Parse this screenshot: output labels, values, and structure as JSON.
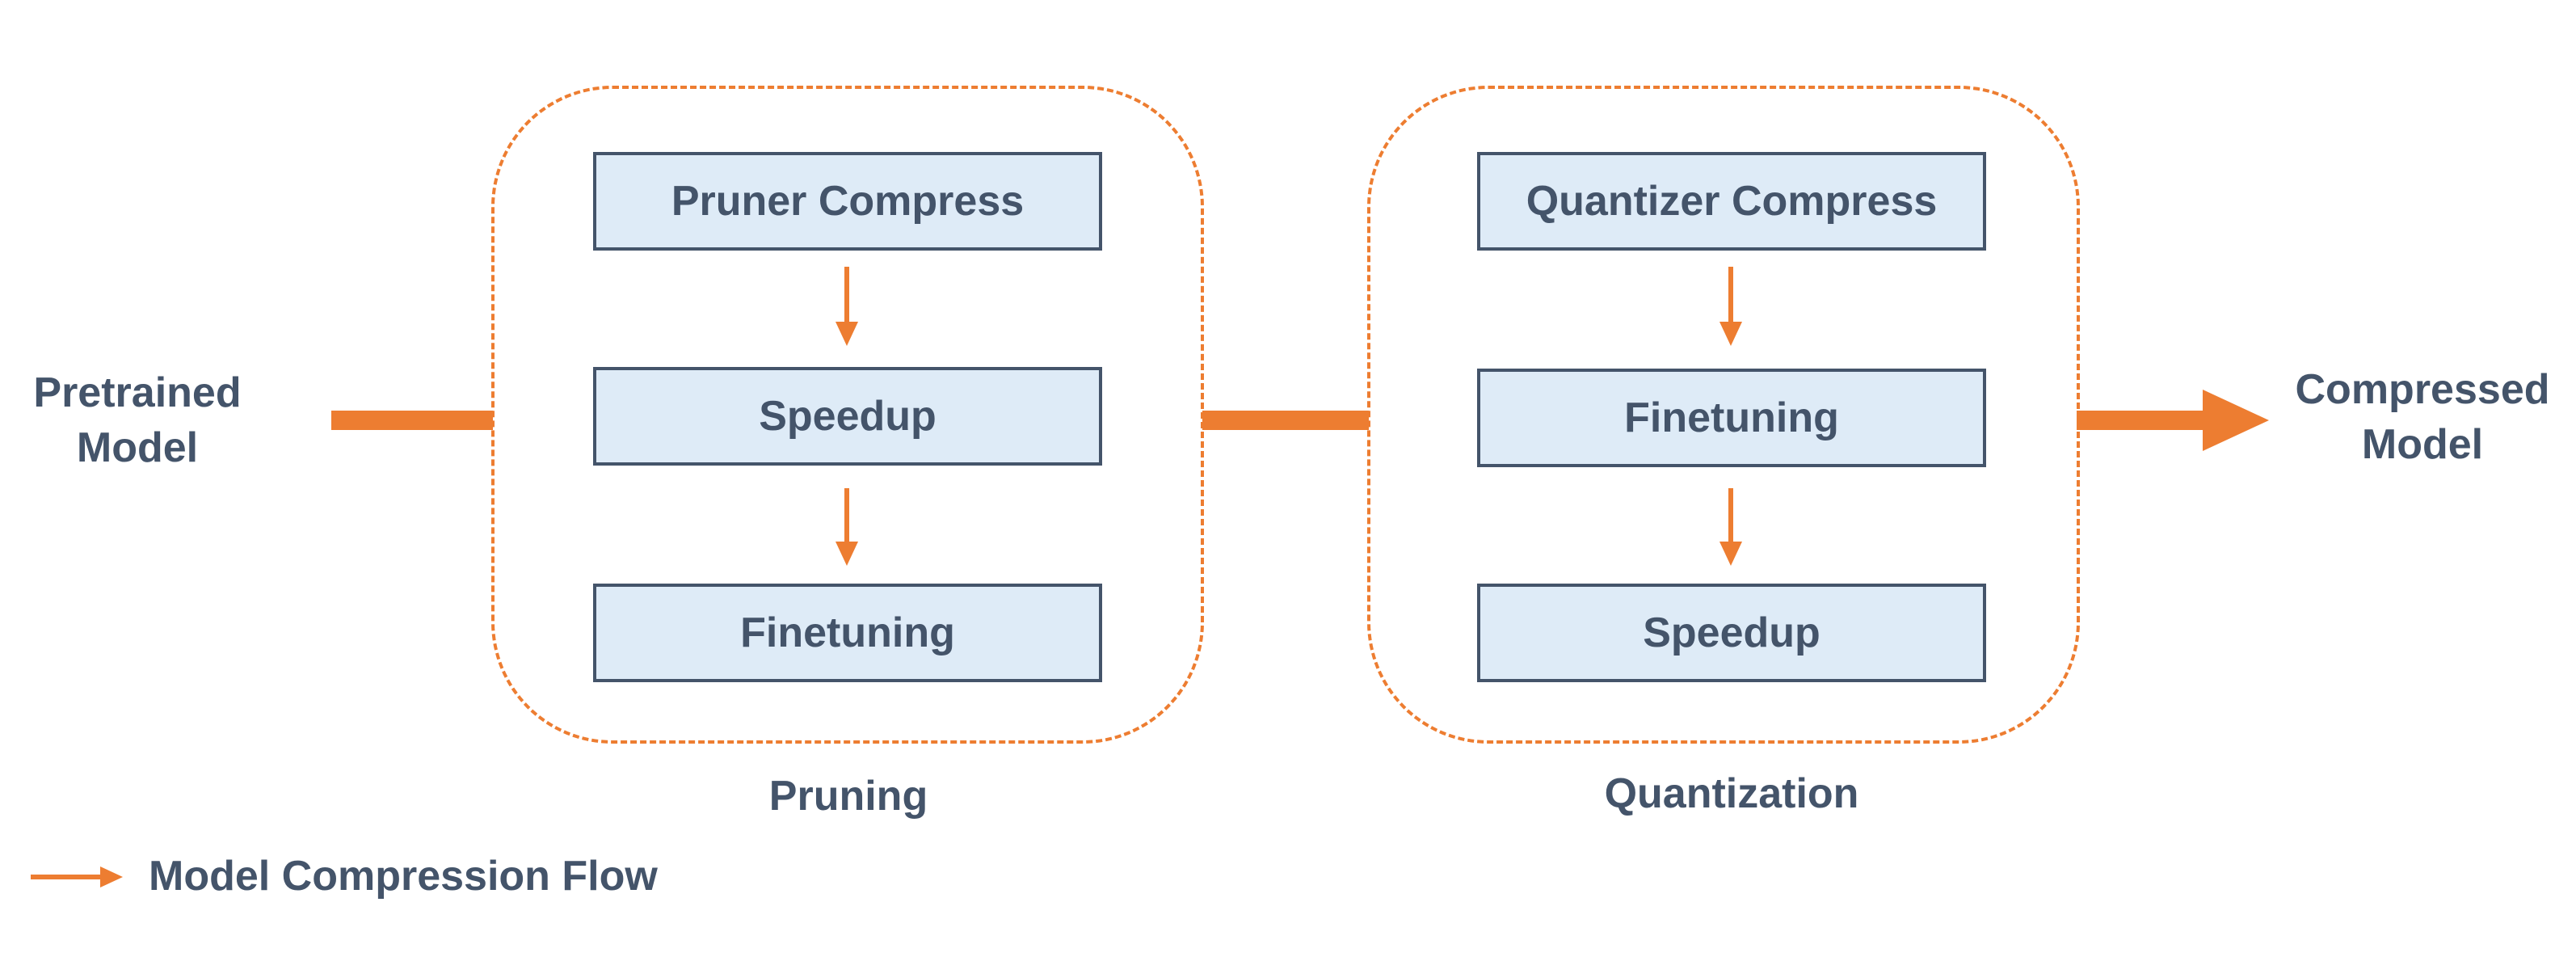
{
  "colors": {
    "flow": "#ed7d31",
    "box_fill": "#deebf7",
    "box_border": "#44546a",
    "text": "#44546a"
  },
  "input": {
    "line1": "Pretrained",
    "line2": "Model"
  },
  "output": {
    "line1": "Compressed",
    "line2": "Model"
  },
  "pruning": {
    "label": "Pruning",
    "steps": [
      "Pruner Compress",
      "Speedup",
      "Finetuning"
    ]
  },
  "quantization": {
    "label": "Quantization",
    "steps": [
      "Quantizer Compress",
      "Finetuning",
      "Speedup"
    ]
  },
  "legend": {
    "label": "Model Compression Flow",
    "icon": "arrow-right-icon"
  }
}
